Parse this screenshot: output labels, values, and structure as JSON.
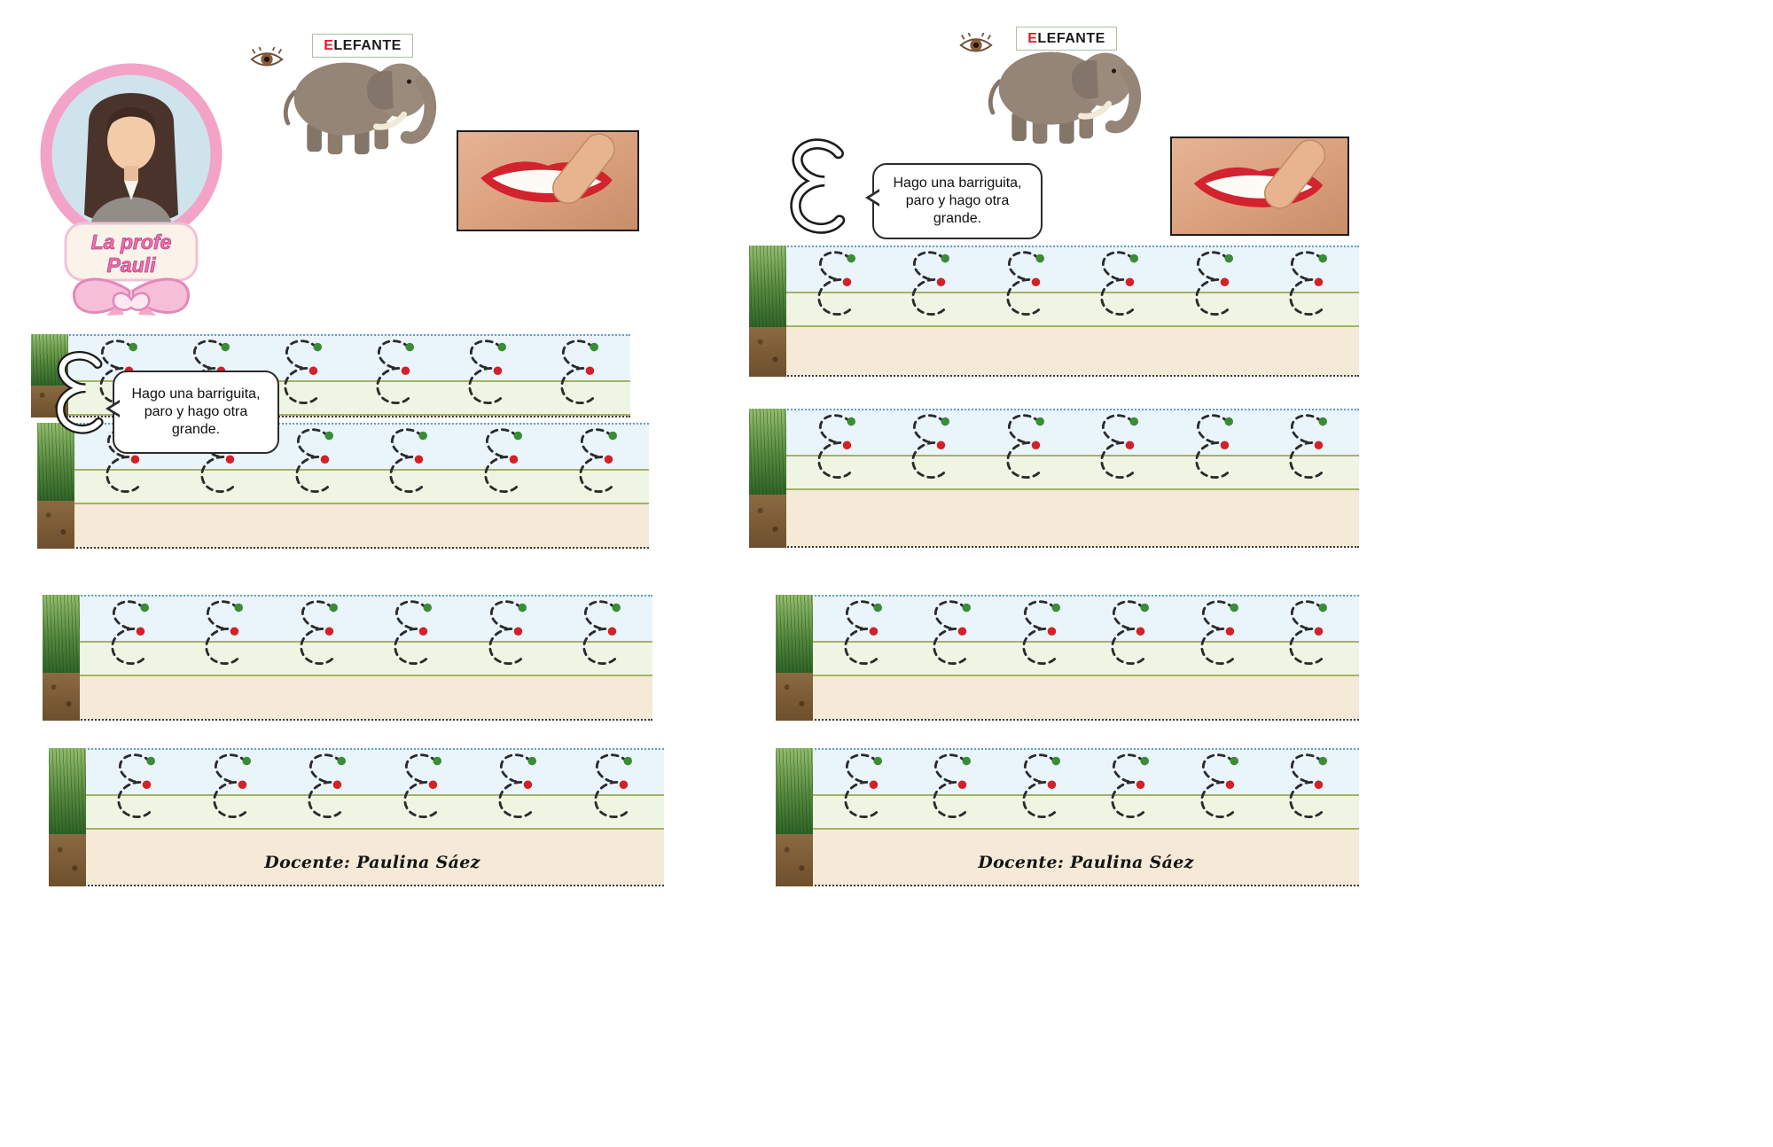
{
  "worksheet": {
    "word": {
      "initial": "E",
      "rest": "LEFANTE"
    },
    "bubble_text": "Hago una barriguita, paro y hago otra grande.",
    "footer": "Docente: Paulina Sáez",
    "logo": {
      "line1": "La profe",
      "line2": "Pauli"
    }
  },
  "tracing": {
    "letter": "E",
    "letters_per_row": 6,
    "rows_left_page": 4,
    "rows_right_page": 4
  },
  "colors": {
    "word_initial_red": "#e01b24",
    "start_dot_green": "#3a8c35",
    "mid_dot_red": "#d42027",
    "trace_stroke": "#2b2b2b",
    "sky_band": "#eaf4fb",
    "writing_band": "#eff5e3",
    "ground_band": "#f5ead8",
    "band_border_green": "#a3b364",
    "sky_dotted_blue": "#5f9fc8",
    "logo_ring_pink": "#f2a3c7",
    "logo_text_pink": "#ef6fb0"
  }
}
